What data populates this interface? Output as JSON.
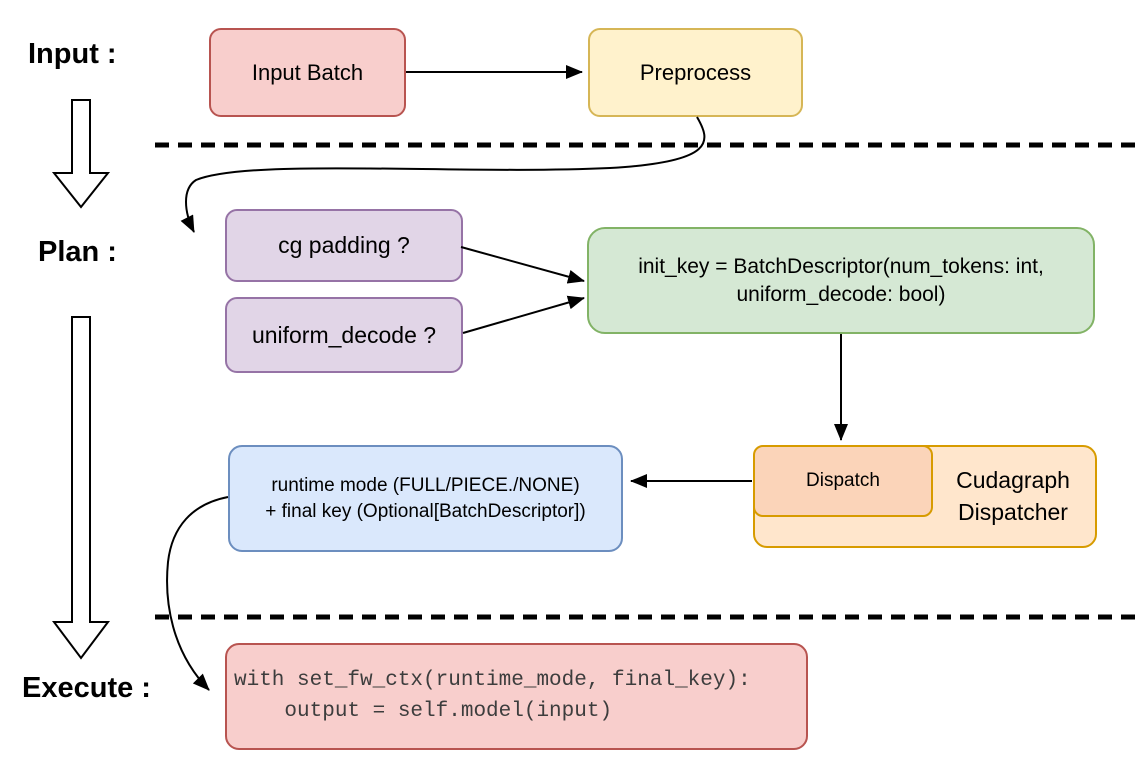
{
  "sections": {
    "input": "Input :",
    "plan": "Plan :",
    "execute": "Execute :"
  },
  "nodes": {
    "input_batch": {
      "label": "Input Batch",
      "fill": "#F8CECC",
      "stroke": "#B85450"
    },
    "preprocess": {
      "label": "Preprocess",
      "fill": "#FFF2CC",
      "stroke": "#D6B656"
    },
    "cg_padding": {
      "label": "cg padding ?",
      "fill": "#E1D5E7",
      "stroke": "#9673A6"
    },
    "uniform_decode": {
      "label": "uniform_decode ?",
      "fill": "#E1D5E7",
      "stroke": "#9673A6"
    },
    "init_key": {
      "line1": "init_key = BatchDescriptor(num_tokens: int,",
      "line2": "uniform_decode: bool)",
      "fill": "#D5E8D4",
      "stroke": "#82B366"
    },
    "dispatch": {
      "label": "Dispatch",
      "fill": "#FBD4B9",
      "stroke": "#D79B00"
    },
    "cudagraph_dispatcher": {
      "line1": "Cudagraph",
      "line2": "Dispatcher",
      "fill": "#FFE6CC",
      "stroke": "#D79B00"
    },
    "runtime_mode": {
      "line1": "runtime mode (FULL/PIECE./NONE)",
      "line2": "+ final key (Optional[BatchDescriptor])",
      "fill": "#DAE8FC",
      "stroke": "#6C8EBF"
    },
    "execute_code": {
      "line1": "with set_fw_ctx(runtime_mode, final_key):",
      "line2": "    output = self.model(input)",
      "fill": "#F8CECC",
      "stroke": "#B85450"
    }
  },
  "edges": [
    {
      "from": "input_batch",
      "to": "preprocess"
    },
    {
      "from": "preprocess",
      "to": "cg_padding"
    },
    {
      "from": "cg_padding",
      "to": "init_key"
    },
    {
      "from": "uniform_decode",
      "to": "init_key"
    },
    {
      "from": "init_key",
      "to": "dispatch"
    },
    {
      "from": "dispatch",
      "to": "runtime_mode"
    },
    {
      "from": "runtime_mode",
      "to": "execute_code"
    }
  ],
  "colors": {
    "line": "#000000",
    "background": "#FFFFFF",
    "code_text": "#3D3D3D"
  }
}
